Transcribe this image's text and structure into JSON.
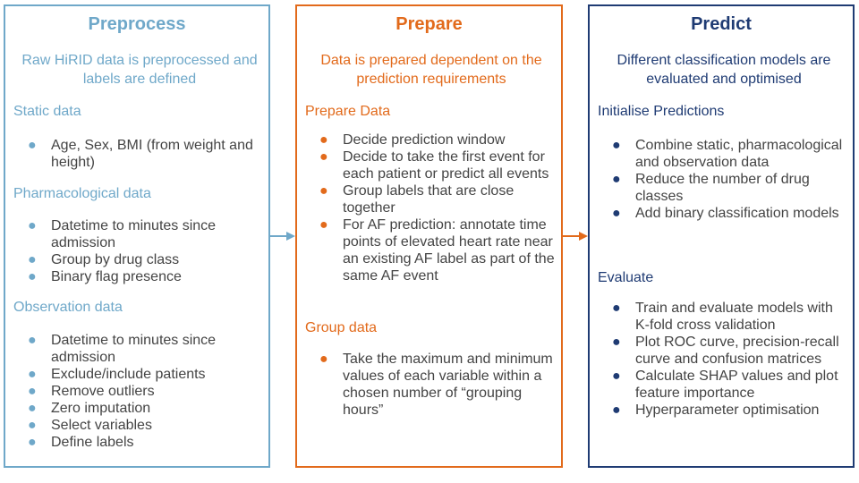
{
  "colors": {
    "preprocess": "#6fa8c9",
    "prepare": "#e26a1b",
    "predict": "#1f3b73",
    "text": "#444444"
  },
  "preprocess": {
    "title": "Preprocess",
    "subtitle": "Raw HiRID data is preprocessed and labels are defined",
    "sections": [
      {
        "heading": "Static data",
        "items": [
          "Age, Sex, BMI (from weight and height)"
        ]
      },
      {
        "heading": "Pharmacological data",
        "items": [
          "Datetime to minutes since admission",
          "Group by drug class",
          "Binary flag presence"
        ]
      },
      {
        "heading": "Observation data",
        "items": [
          "Datetime to minutes since admission",
          "Exclude/include patients",
          "Remove outliers",
          "Zero imputation",
          "Select variables",
          "Define labels"
        ]
      }
    ]
  },
  "prepare": {
    "title": "Prepare",
    "subtitle": "Data is prepared dependent on the prediction requirements",
    "sections": [
      {
        "heading": "Prepare Data",
        "items": [
          "Decide prediction window",
          "Decide to take the first event for each patient or predict all events",
          "Group labels that are close together",
          "For AF prediction: annotate time points of elevated heart rate near an existing AF label as part of the same AF event"
        ]
      },
      {
        "heading": "Group data",
        "items": [
          "Take the maximum and minimum values of each variable within a chosen number of “grouping hours”"
        ]
      }
    ]
  },
  "predict": {
    "title": "Predict",
    "subtitle": "Different classification models are evaluated and optimised",
    "sections": [
      {
        "heading": "Initialise Predictions",
        "items": [
          "Combine static, pharmacological and observation data",
          "Reduce the number of drug classes",
          "Add binary classification models"
        ]
      },
      {
        "heading": "Evaluate",
        "items": [
          "Train and evaluate models with K-fold cross validation",
          "Plot ROC curve, precision-recall curve and confusion matrices",
          "Calculate SHAP values and plot feature importance",
          "Hyperparameter optimisation"
        ]
      }
    ]
  }
}
